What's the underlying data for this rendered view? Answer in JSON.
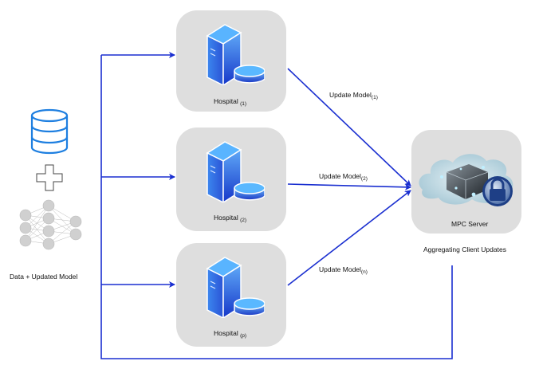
{
  "diagram": {
    "source": {
      "label": "Data + Updated Model",
      "icons": [
        "database-icon",
        "plus-icon",
        "neural-network-icon"
      ]
    },
    "hospitals": [
      {
        "name": "Hospital",
        "subscript": "(1)"
      },
      {
        "name": "Hospital",
        "subscript": "(2)"
      },
      {
        "name": "Hospital",
        "subscript": "(p)"
      }
    ],
    "updates": [
      {
        "name": "Update Model",
        "subscript": "(1)"
      },
      {
        "name": "Update Model",
        "subscript": "(2)"
      },
      {
        "name": "Update Model",
        "subscript": "(n)"
      }
    ],
    "server": {
      "label": "MPC Server",
      "caption": "Aggregating Client Updates"
    },
    "colors": {
      "arrow": "#1a2fd0",
      "box": "#dedede",
      "database": "#1e7fe0"
    }
  }
}
